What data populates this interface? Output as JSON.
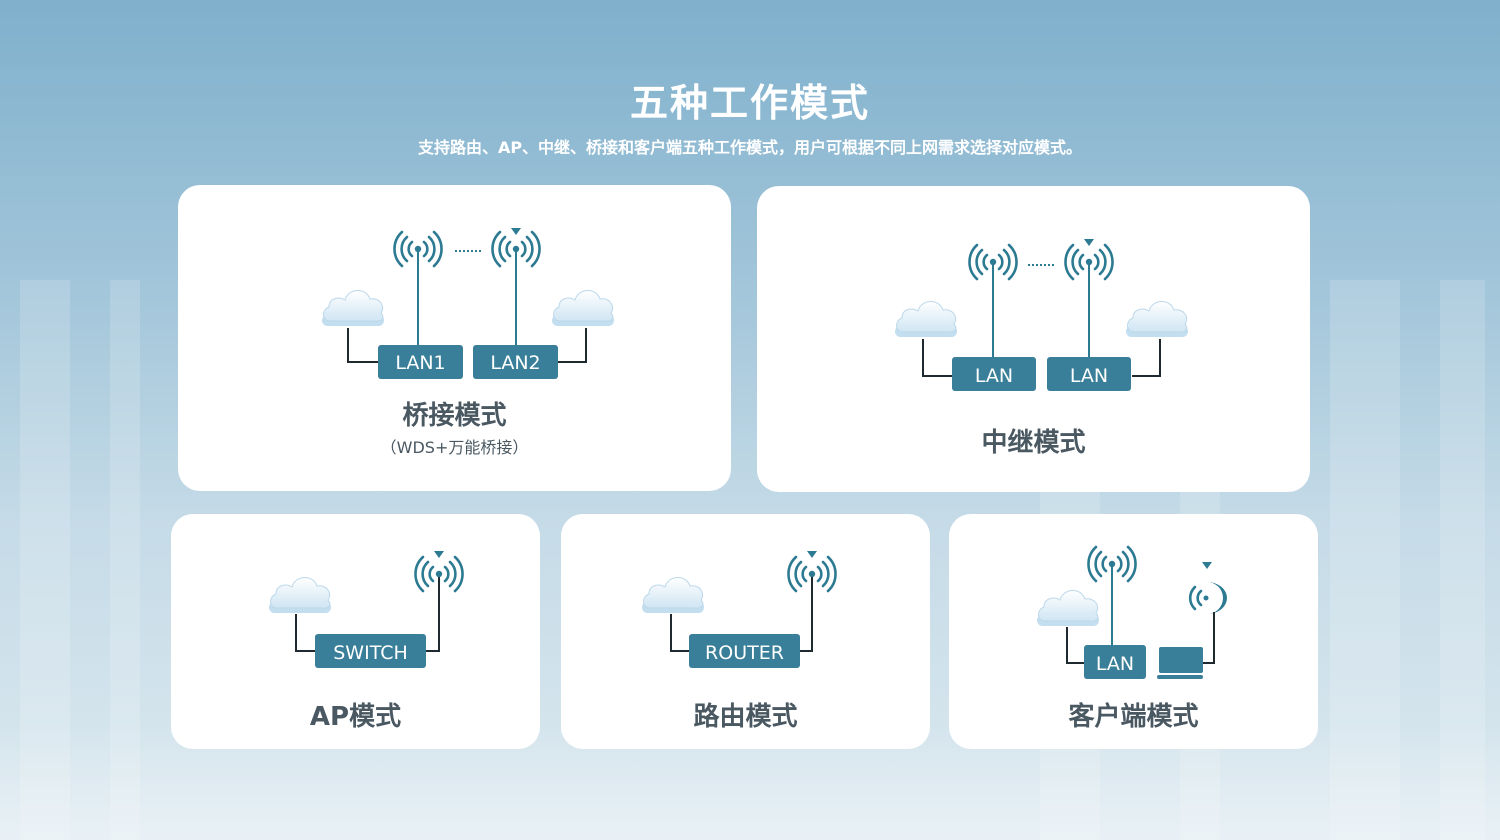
{
  "page": {
    "title": "五种工作模式",
    "subtitle": "支持路由、AP、中继、桥接和客户端五种工作模式，用户可根据不同上网需求选择对应模式。"
  },
  "colors": {
    "accent": "#3a7f9a",
    "signal": "#2d7a93",
    "text": "#4a5862",
    "card": "#ffffff",
    "background": "#8fb9d3"
  },
  "icons": [
    "wifi-signal-icon",
    "cloud-icon",
    "laptop-icon",
    "device-box"
  ],
  "modes": {
    "bridge": {
      "title": "桥接模式",
      "subtitle": "（WDS+万能桥接）",
      "box1": "LAN1",
      "box2": "LAN2"
    },
    "repeater": {
      "title": "中继模式",
      "box1": "LAN",
      "box2": "LAN"
    },
    "ap": {
      "title": "AP模式",
      "box": "SWITCH"
    },
    "router": {
      "title": "路由模式",
      "box": "ROUTER"
    },
    "client": {
      "title": "客户端模式",
      "box": "LAN"
    }
  }
}
